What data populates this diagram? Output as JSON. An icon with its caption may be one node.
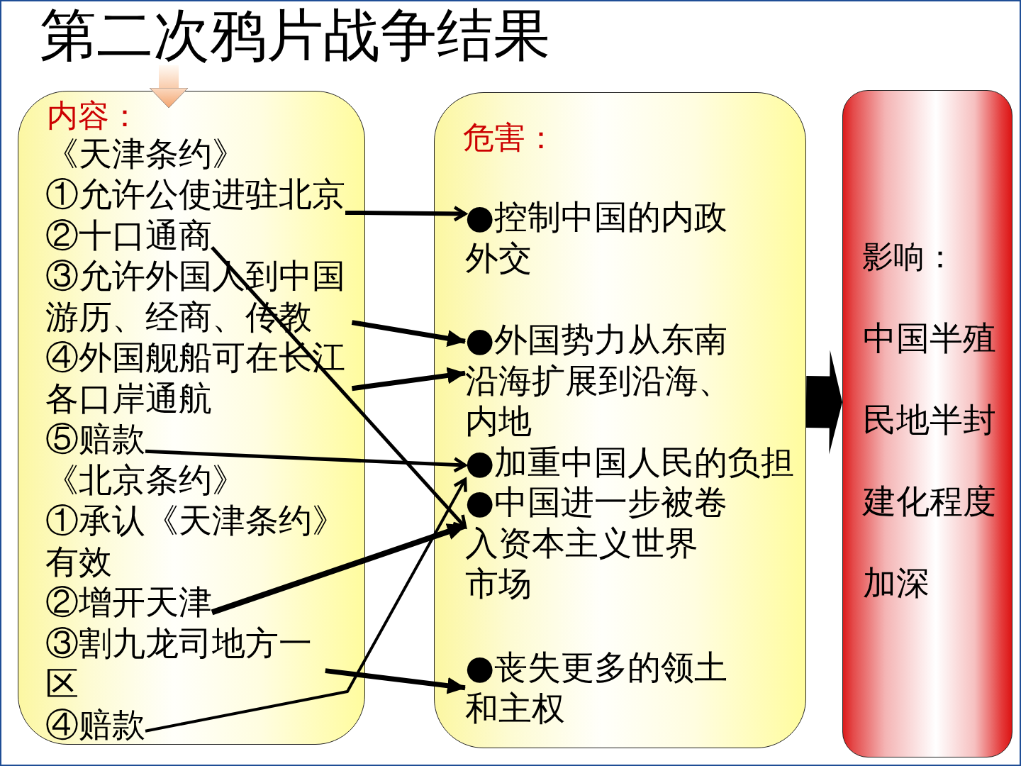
{
  "diagram": {
    "title": "第二次鸦片战争结果",
    "nodes": [
      {
        "text": [
          "内容：",
          "《天津条约》",
          "《北京条约》",
          "①承认《天津条约》有效"
        ]
      },
      {
        "text": [
          "①允许公使进驻北京"
        ],
        "in": 0
      },
      {
        "text": [
          "②十口通商"
        ],
        "in": 0
      },
      {
        "text": [
          "③允许外国人到中国游历、经商、传教"
        ],
        "in": 0
      },
      {
        "text": [
          "④外国舰船可在长江各口岸通航"
        ],
        "in": 0
      },
      {
        "text": [
          "⑤赔款"
        ],
        "in": 0
      },
      {
        "text": [
          "②增开天津"
        ],
        "in": 0
      },
      {
        "text": [
          "③割九龙司地方一区"
        ],
        "in": 0
      },
      {
        "text": [
          "④赔款"
        ],
        "in": 0
      },
      {
        "text": [
          "危害："
        ]
      },
      {
        "text": [
          "●控制中国的内政外交"
        ],
        "in": 9
      },
      {
        "text": [
          "●外国势力从东南沿海扩展到沿海、内地"
        ],
        "in": 9
      },
      {
        "text": [
          "●加重中国人民的负担"
        ],
        "in": 9
      },
      {
        "text": [
          "●中国进一步被卷入资本主义世界市场"
        ],
        "in": 9
      },
      {
        "text": [
          "●丧失更多的领土和主权"
        ],
        "in": 9
      },
      {
        "text": [
          "影响：",
          "中国半殖民地半封建化程度加深"
        ]
      }
    ],
    "edges": [
      {
        "from": 1,
        "to": 10,
        "arrow": "to"
      },
      {
        "from": 2,
        "to": 13,
        "arrow": "to"
      },
      {
        "from": 3,
        "to": 11,
        "arrow": "to"
      },
      {
        "from": 4,
        "to": 11,
        "arrow": "to"
      },
      {
        "from": 5,
        "to": 12,
        "arrow": "to"
      },
      {
        "from": 6,
        "to": 13,
        "arrow": "to"
      },
      {
        "from": 7,
        "to": 14,
        "arrow": "to"
      },
      {
        "from": 8,
        "to": 12,
        "arrow": "to"
      },
      {
        "from": 9,
        "to": 15,
        "arrow": "to",
        "style": "thick"
      },
      {
        "from": null,
        "to": 0,
        "arrow": "to",
        "style": "thick",
        "color": "#f4a46e"
      }
    ]
  }
}
